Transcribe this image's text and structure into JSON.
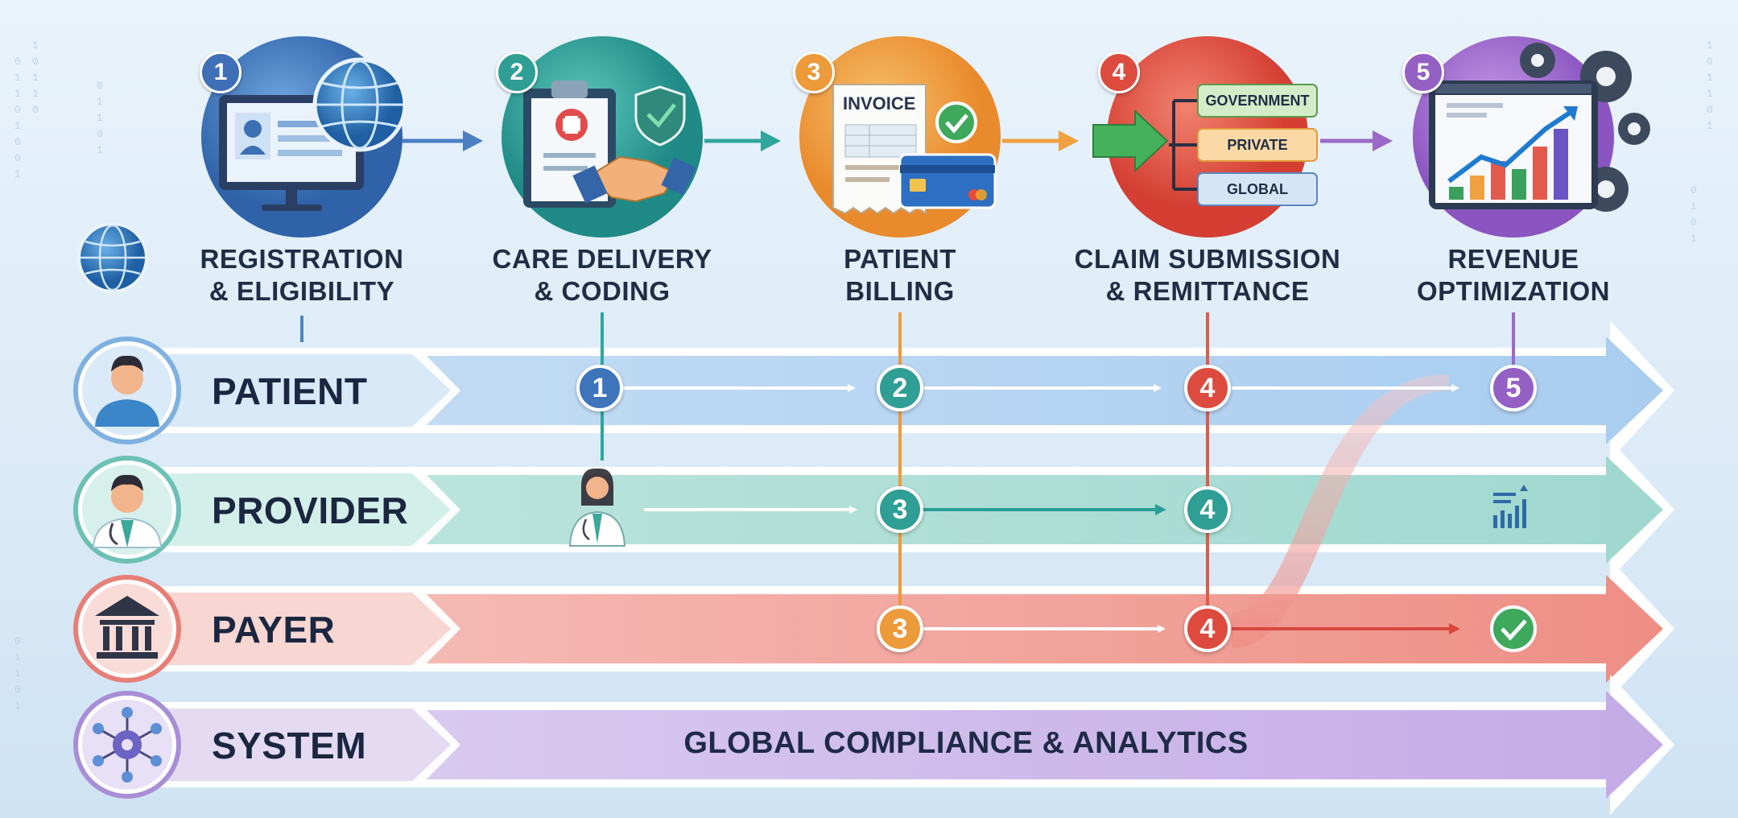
{
  "steps": [
    {
      "number": "1",
      "title_line1": "REGISTRATION",
      "title_line2": "& ELIGIBILITY",
      "icon": "computer-globe-icon",
      "color": "#4a7fc4"
    },
    {
      "number": "2",
      "title_line1": "CARE DELIVERY",
      "title_line2": "& CODING",
      "icon": "clipboard-handshake-icon",
      "color": "#2fa59c"
    },
    {
      "number": "3",
      "title_line1": "PATIENT",
      "title_line2": "BILLING",
      "icon": "invoice-card-icon",
      "color": "#f0a13f"
    },
    {
      "number": "4",
      "title_line1": "CLAIM SUBMISSION",
      "title_line2": "& REMITTANCE",
      "icon": "payer-routing-icon",
      "color": "#e5574a"
    },
    {
      "number": "5",
      "title_line1": "REVENUE",
      "title_line2": "OPTIMIZATION",
      "icon": "growth-chart-icon",
      "color": "#9b6ac6"
    }
  ],
  "invoice_label": "INVOICE",
  "payers": [
    "GOVERNMENT",
    "PRIVATE",
    "GLOBAL"
  ],
  "lanes": [
    {
      "label": "PATIENT",
      "icon": "patient-avatar-icon",
      "color": "#5c9fd9"
    },
    {
      "label": "PROVIDER",
      "icon": "doctor-avatar-icon",
      "color": "#4bb8ad"
    },
    {
      "label": "PAYER",
      "icon": "bank-building-icon",
      "color": "#e9645a"
    },
    {
      "label": "SYSTEM",
      "icon": "network-gear-icon",
      "color": "#a57fd3"
    }
  ],
  "flow_badges": {
    "patient": [
      "1",
      "2",
      "4",
      "5"
    ],
    "provider": [
      "3",
      "4"
    ],
    "payer": [
      "3",
      "4"
    ]
  },
  "system_banner": "GLOBAL COMPLIANCE & ANALYTICS"
}
